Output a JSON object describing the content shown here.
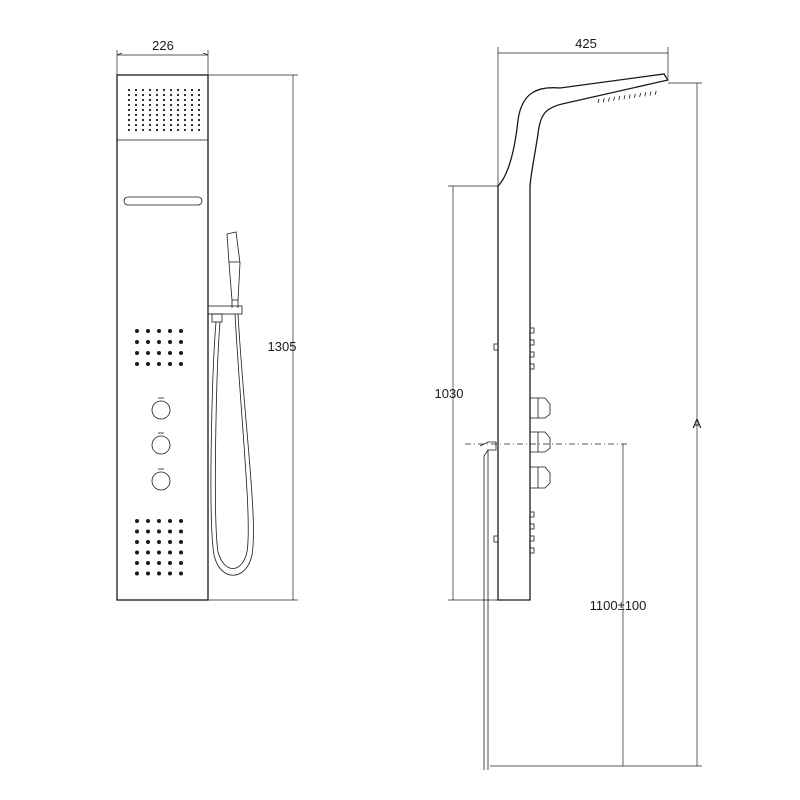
{
  "dimensions": {
    "front_width": "226",
    "front_height": "1305",
    "side_depth": "425",
    "side_mount_height": "1030",
    "supply_height": "1100±100",
    "total_height": "A"
  }
}
